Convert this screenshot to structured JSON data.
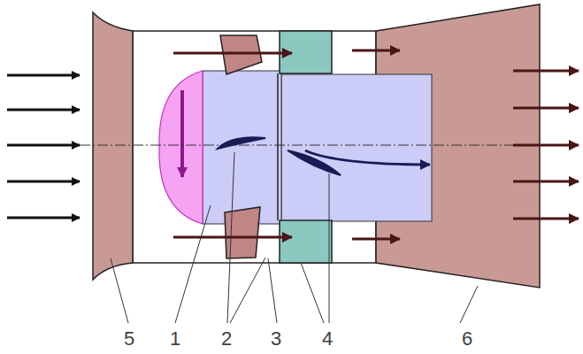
{
  "diagram": {
    "labels": [
      "5",
      "1",
      "2",
      "3",
      "4",
      "6"
    ]
  }
}
